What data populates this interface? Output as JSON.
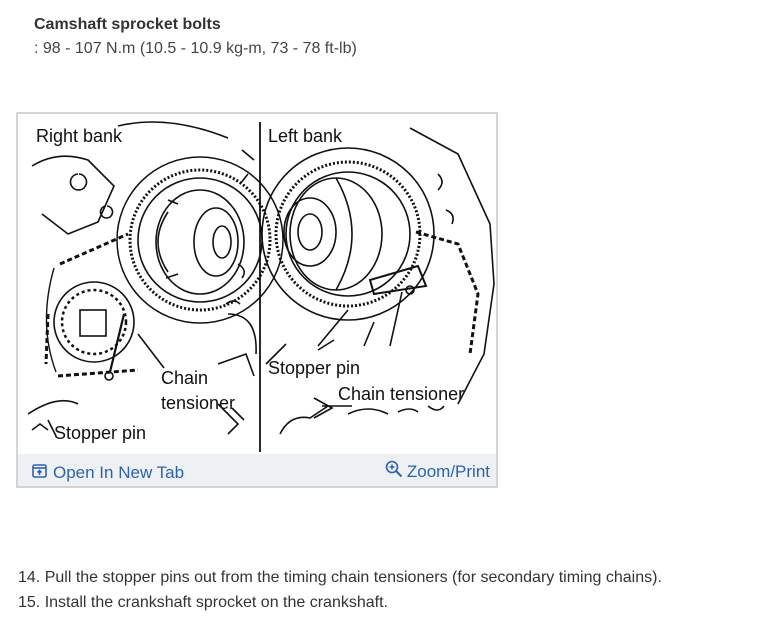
{
  "spec": {
    "title": "Camshaft sprocket bolts",
    "value": ": 98 - 107 N.m (10.5 - 10.9 kg-m, 73 - 78 ft-lb)"
  },
  "figure": {
    "labels": {
      "right_bank": "Right bank",
      "left_bank": "Left bank",
      "chain_r1": "Chain",
      "chain_r2": "tensioner",
      "stopper_pin_right": "Stopper pin",
      "stopper_pin_left": "Stopper pin",
      "chain_tensioner_left": "Chain tensioner"
    },
    "open_new_tab": "Open In New Tab",
    "zoom_print": "Zoom/Print",
    "icons": {
      "open": "open-in-new-tab-icon",
      "zoom": "zoom-in-icon"
    },
    "link_color": "#2f63a8"
  },
  "steps": [
    "14. Pull the stopper pins out from the timing chain tensioners (for secondary timing chains).",
    "15. Install the crankshaft sprocket on the crankshaft."
  ]
}
